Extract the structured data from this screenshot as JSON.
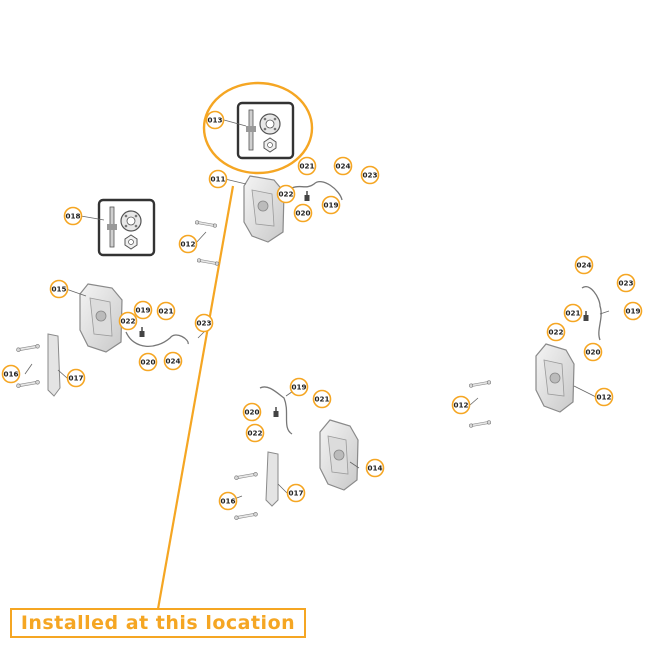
{
  "diagram": {
    "accent_color": "#f5a623",
    "label_border_color": "#f5a623",
    "label_fill_color": "#ffffff",
    "callout_text": "Installed at this location",
    "labels": {
      "p013": "013",
      "p011": "011",
      "p012_top": "012",
      "p018": "018",
      "p021_top": "021",
      "p024_top": "024",
      "p023_top": "023",
      "p022_top": "022",
      "p020_top": "020",
      "p019_top": "019",
      "p015": "015",
      "p019_left": "019",
      "p021_left": "021",
      "p022_left": "022",
      "p023_left": "023",
      "p020_left": "020",
      "p024_left": "024",
      "p016_left": "016",
      "p017_left": "017",
      "p019_mid": "019",
      "p020_mid": "020",
      "p021_mid": "021",
      "p022_mid": "022",
      "p014": "014",
      "p016_bottom": "016",
      "p017_bottom": "017",
      "p012_mid": "012",
      "p024_right": "024",
      "p023_right": "023",
      "p021_right": "021",
      "p019_right": "019",
      "p022_right": "022",
      "p020_right": "020",
      "p012_right": "012"
    }
  }
}
